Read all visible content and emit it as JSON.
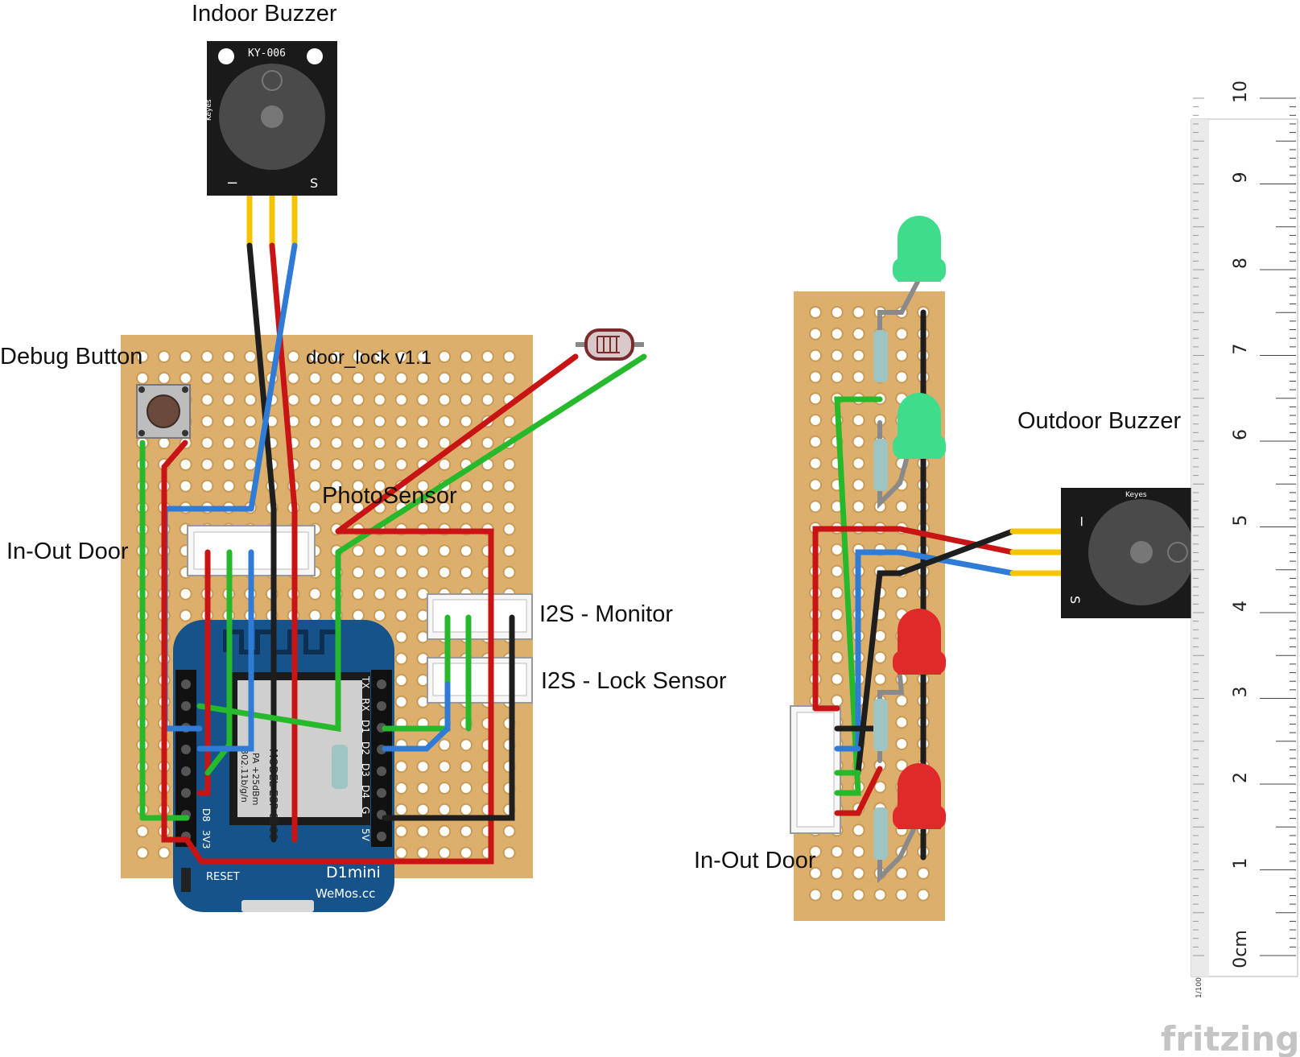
{
  "labels": {
    "indoor_buzzer": "Indoor Buzzer",
    "debug_button": "Debug Button",
    "board_name": "door_lock v1.1",
    "photo_sensor": "PhotoSensor",
    "in_out_door_left": "In-Out Door",
    "i2s_monitor": "I2S - Monitor",
    "i2s_lock_sensor": "I2S - Lock Sensor",
    "outdoor_buzzer": "Outdoor Buzzer",
    "in_out_door_right": "In-Out Door"
  },
  "buzzer_module": {
    "model": "KY-006",
    "brand": "Keyes",
    "pin_minus": "−",
    "pin_s": "S"
  },
  "d1mini": {
    "title": "D1mini",
    "brand": "WeMos.cc",
    "reset": "RESET",
    "chip_model": "MODEL ESP-8266",
    "chip_power": "PA +25dBm",
    "chip_wifi": "802.11b/g/n",
    "pins_right": [
      "TX",
      "RX",
      "D1",
      "D2",
      "D3",
      "D4",
      "G",
      "5V"
    ],
    "pins_left": [
      "D8",
      "3V3"
    ]
  },
  "ruler": {
    "ticks": [
      "0cm",
      "1",
      "2",
      "3",
      "4",
      "5",
      "6",
      "7",
      "8",
      "9",
      "10"
    ],
    "scale_note": "1/100"
  },
  "watermark": "fritzing",
  "colors": {
    "stripboard": "#dcb06c",
    "wire_red": "#c81414",
    "wire_green": "#27b92c",
    "wire_blue": "#2f7bd6",
    "wire_black": "#1e1e1e",
    "wire_yellow": "#f5c400",
    "d1_blue": "#16538a"
  }
}
